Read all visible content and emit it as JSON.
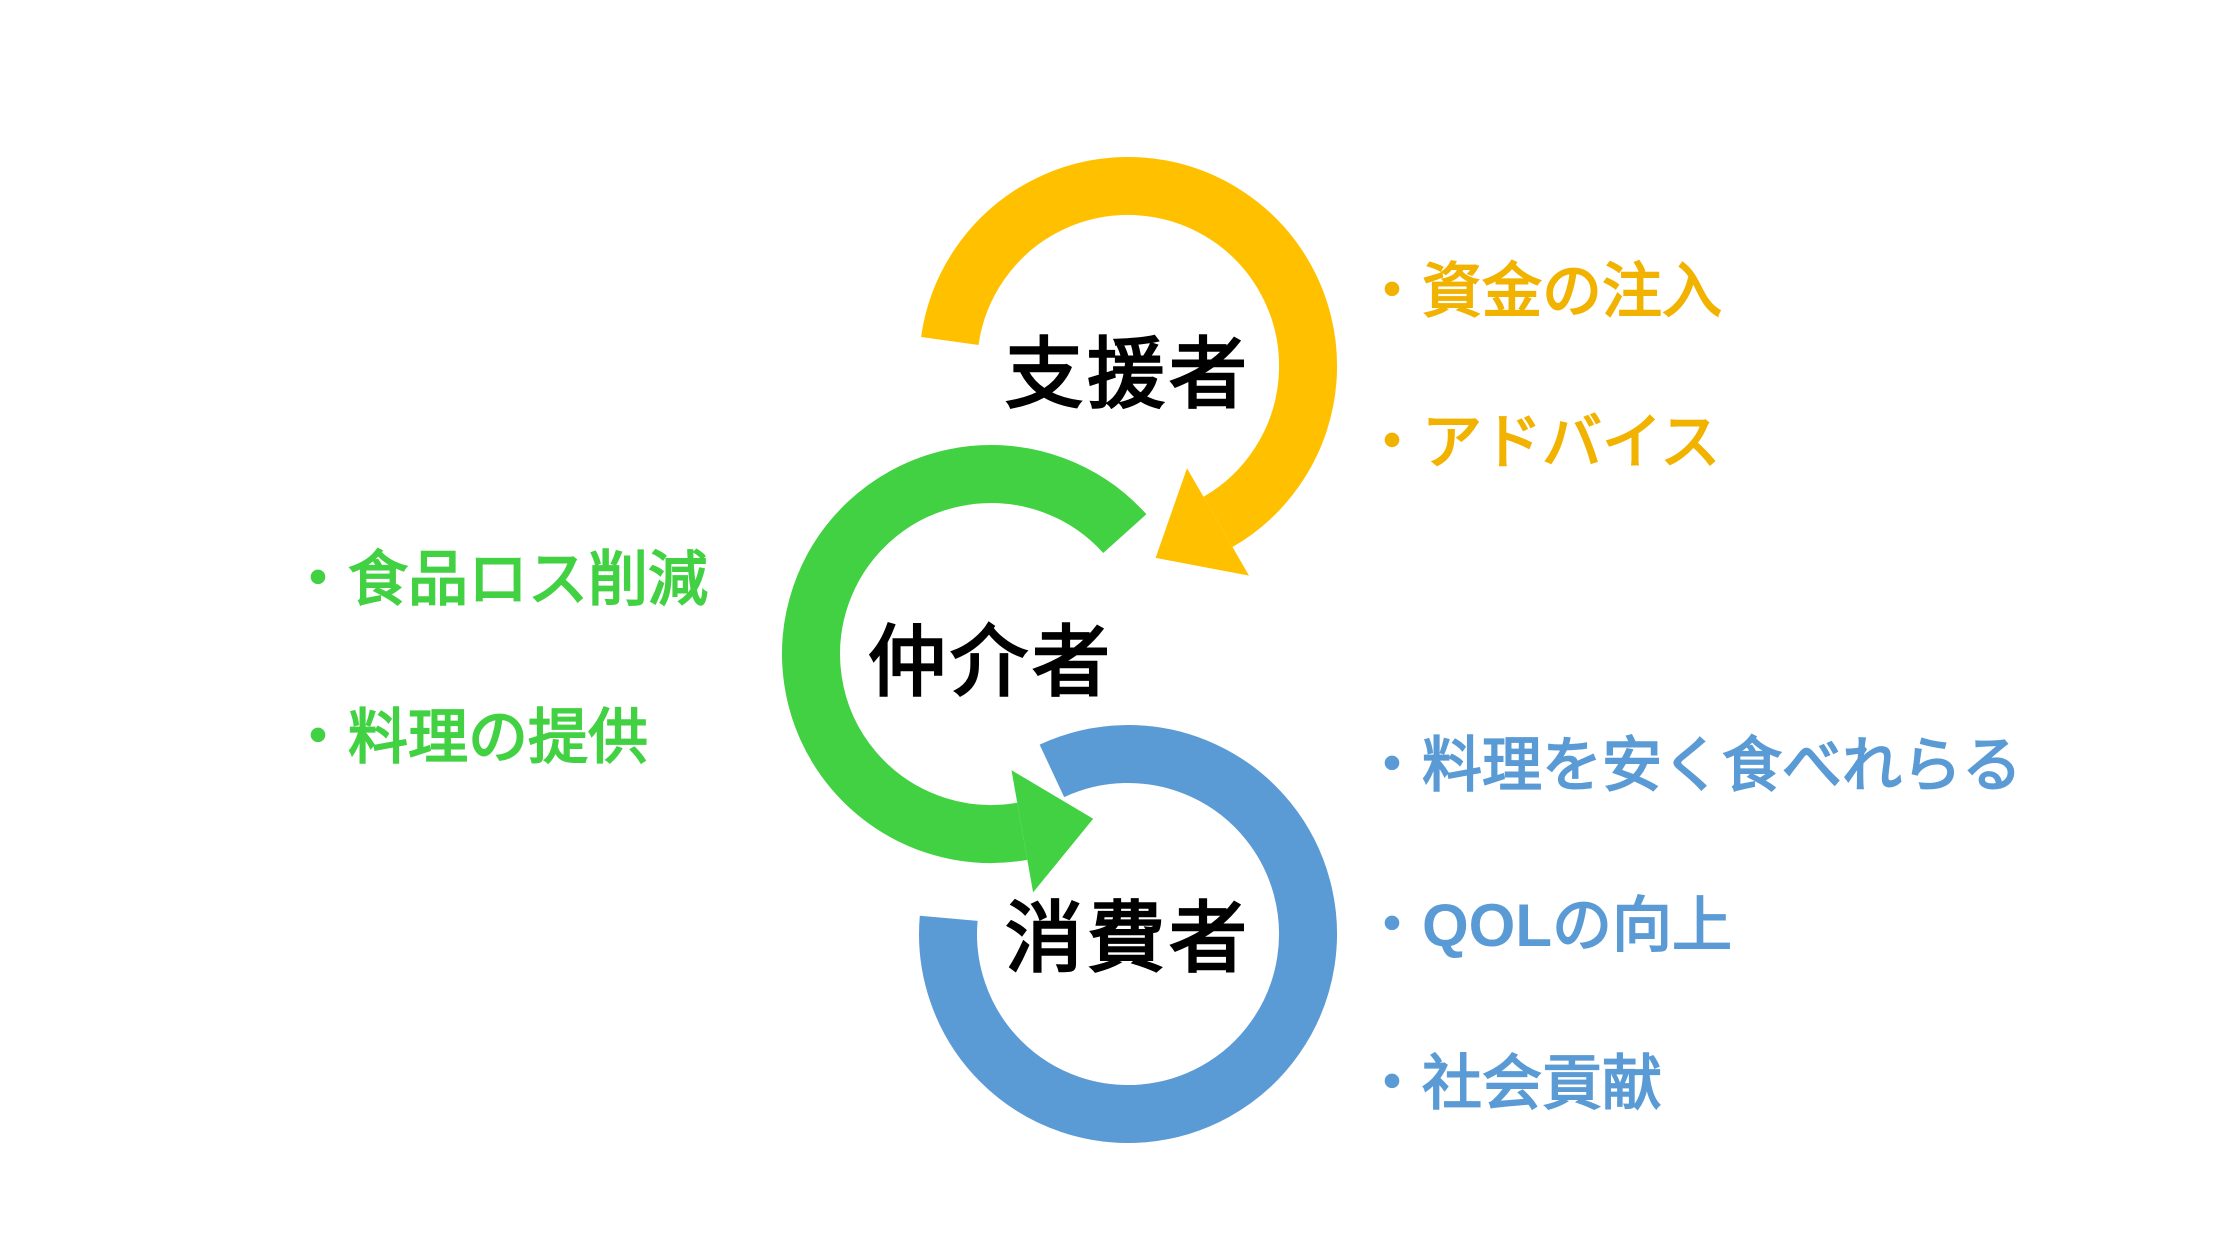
{
  "background": "#FFFFFF",
  "diagram": {
    "type": "cycle-flow",
    "label_color": "#000000",
    "nodes": [
      {
        "id": "supporter",
        "label": "支援者",
        "ring_color": "#FFC000",
        "text_color": "#F2B200",
        "bullets_side": "right",
        "bullets": [
          "・資金の注入",
          "・アドバイス"
        ]
      },
      {
        "id": "intermediary",
        "label": "仲介者",
        "ring_color": "#42D142",
        "text_color": "#42D142",
        "bullets_side": "left",
        "bullets": [
          "・食品ロス削減",
          "・料理の提供"
        ]
      },
      {
        "id": "consumer",
        "label": "消費者",
        "ring_color": "#5B9BD5",
        "text_color": "#5B9BD5",
        "bullets_side": "right",
        "bullets": [
          "・料理を安く食べれらる",
          "・QOLの向上",
          "・社会貢献"
        ]
      }
    ]
  }
}
